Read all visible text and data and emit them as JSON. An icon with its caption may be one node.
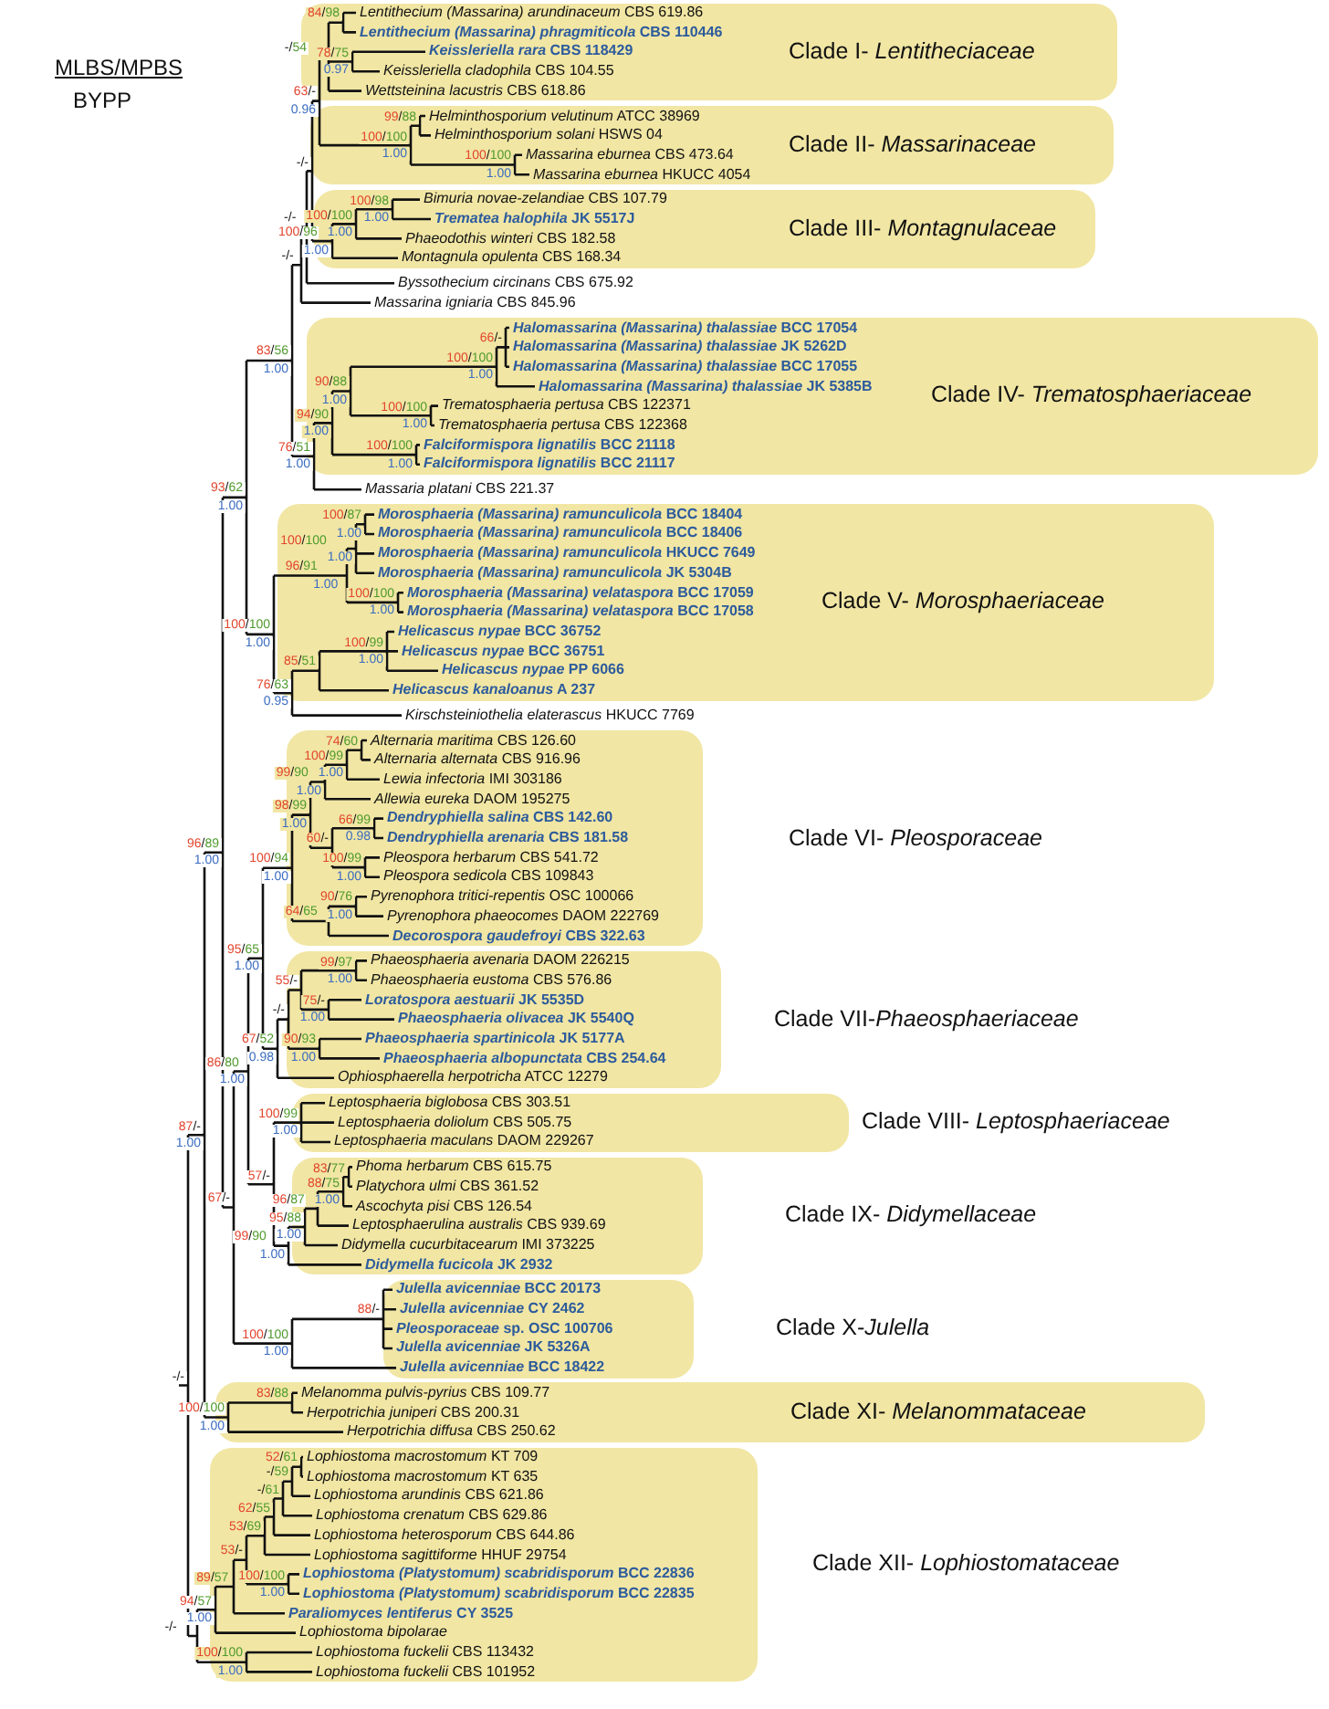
{
  "diagram": {
    "nodes": [
      {
        "text": [
          "Clade I- *Lentitheciaceae*"
        ]
      },
      {
        "text": [
          "*Lentithecium (Massarina) arundinaceum* CBS 619.86"
        ],
        "in": 0
      },
      {
        "text": [
          "*Lentithecium (Massarina) phragmiticola* CBS 110446"
        ],
        "in": 0
      },
      {
        "text": [
          "*Keissleriella rara* CBS 118429"
        ],
        "in": 0
      },
      {
        "text": [
          "*Keissleriella cladophila* CBS 104.55"
        ],
        "in": 0
      },
      {
        "text": [
          "*Wettsteinina lacustris* CBS 618.86"
        ],
        "in": 0
      },
      {
        "text": [
          "Clade II- *Massarinaceae*"
        ]
      },
      {
        "text": [
          "*Helminthosporium velutinum* ATCC 38969"
        ],
        "in": 6
      },
      {
        "text": [
          "*Helminthosporium solani* HSWS 04"
        ],
        "in": 6
      },
      {
        "text": [
          "*Massarina eburnea* CBS 473.64"
        ],
        "in": 6
      },
      {
        "text": [
          "*Massarina eburnea* HKUCC 4054"
        ],
        "in": 6
      },
      {
        "text": [
          "Clade III- *Montagnulaceae*"
        ]
      },
      {
        "text": [
          "*Bimuria novae-zelandiae* CBS 107.79"
        ],
        "in": 11
      },
      {
        "text": [
          "*Trematea halophila* JK 5517J"
        ],
        "in": 11
      },
      {
        "text": [
          "*Phaeodothis winteri* CBS 182.58"
        ],
        "in": 11
      },
      {
        "text": [
          "*Montagnula opulenta* CBS 168.34"
        ],
        "in": 11
      },
      {
        "text": [
          "*Byssothecium circinans* CBS 675.92"
        ]
      },
      {
        "text": [
          "*Massarina igniaria* CBS 845.96"
        ]
      },
      {
        "text": [
          "Clade IV- *Trematosphaeriaceae*"
        ]
      },
      {
        "text": [
          "*Halomassarina (Massarina) thalassiae* BCC 17054"
        ],
        "in": 18
      },
      {
        "text": [
          "*Halomassarina (Massarina) thalassiae* JK 5262D"
        ],
        "in": 18
      },
      {
        "text": [
          "*Halomassarina (Massarina) thalassiae* BCC 17055"
        ],
        "in": 18
      },
      {
        "text": [
          "*Halomassarina (Massarina) thalassiae* JK 5385B"
        ],
        "in": 18
      },
      {
        "text": [
          "*Trematosphaeria pertusa* CBS 122371"
        ],
        "in": 18
      },
      {
        "text": [
          "*Trematosphaeria pertusa* CBS 122368"
        ],
        "in": 18
      },
      {
        "text": [
          "*Falciformispora lignatilis* BCC 21118"
        ],
        "in": 18
      },
      {
        "text": [
          "*Falciformispora lignatilis* BCC 21117"
        ],
        "in": 18
      },
      {
        "text": [
          "*Massaria platani* CBS 221.37"
        ]
      },
      {
        "text": [
          "Clade V- *Morosphaeriaceae*"
        ]
      },
      {
        "text": [
          "*Morosphaeria (Massarina) ramunculicola* BCC 18404"
        ],
        "in": 28
      },
      {
        "text": [
          "*Morosphaeria (Massarina) ramunculicola* BCC 18406"
        ],
        "in": 28
      },
      {
        "text": [
          "*Morosphaeria (Massarina) ramunculicola* HKUCC 7649"
        ],
        "in": 28
      },
      {
        "text": [
          "*Morosphaeria (Massarina) ramunculicola* JK 5304B"
        ],
        "in": 28
      },
      {
        "text": [
          "*Morosphaeria (Massarina) velataspora* BCC 17059"
        ],
        "in": 28
      },
      {
        "text": [
          "*Morosphaeria (Massarina) velataspora* BCC 17058"
        ],
        "in": 28
      },
      {
        "text": [
          "*Helicascus nypae* BCC 36752"
        ],
        "in": 28
      },
      {
        "text": [
          "*Helicascus nypae* BCC 36751"
        ],
        "in": 28
      },
      {
        "text": [
          "*Helicascus nypae* PP 6066"
        ],
        "in": 28
      },
      {
        "text": [
          "*Helicascus kanaloanus* A 237"
        ],
        "in": 28
      },
      {
        "text": [
          "*Kirschsteiniothelia elaterascus* HKUCC 7769"
        ]
      },
      {
        "text": [],
        "shape": "box",
        "beside": [
          "Clade VI- *Pleosporaceae*"
        ]
      },
      {
        "text": [
          "*Alternaria maritima* CBS 126.60"
        ],
        "in": 40
      },
      {
        "text": [
          "*Alternaria alternata* CBS 916.96"
        ],
        "in": 40
      },
      {
        "text": [
          "*Lewia infectoria* IMI 303186"
        ],
        "in": 40
      },
      {
        "text": [
          "*Allewia eureka* DAOM 195275"
        ],
        "in": 40
      },
      {
        "text": [
          "*Dendryphiella salina* CBS 142.60"
        ],
        "in": 40
      },
      {
        "text": [
          "*Dendryphiella arenaria* CBS 181.58"
        ],
        "in": 40
      },
      {
        "text": [
          "*Pleospora herbarum* CBS 541.72"
        ],
        "in": 40
      },
      {
        "text": [
          "*Pleospora sedicola* CBS 109843"
        ],
        "in": 40
      },
      {
        "text": [
          "*Pyrenophora tritici-repentis* OSC 100066"
        ],
        "in": 40
      },
      {
        "text": [
          "*Pyrenophora phaeocomes* DAOM 222769"
        ],
        "in": 40
      },
      {
        "text": [
          "*Decorospora gaudefroyi* CBS 322.63"
        ],
        "in": 40
      },
      {
        "text": [],
        "shape": "box",
        "beside": [
          "Clade VII-*Phaeosphaeriaceae*"
        ]
      },
      {
        "text": [
          "*Phaeosphaeria avenaria* DAOM 226215"
        ],
        "in": 52
      },
      {
        "text": [
          "*Phaeosphaeria eustoma* CBS 576.86"
        ],
        "in": 52
      },
      {
        "text": [
          "*Loratospora aestuarii* JK 5535D"
        ],
        "in": 52
      },
      {
        "text": [
          "*Phaeosphaeria olivacea* JK 5540Q"
        ],
        "in": 52
      },
      {
        "text": [
          "*Phaeosphaeria spartinicola* JK 5177A"
        ],
        "in": 52
      },
      {
        "text": [
          "*Phaeosphaeria albopunctata* CBS 254.64"
        ],
        "in": 52
      },
      {
        "text": [
          "*Ophiosphaerella herpotricha* ATCC 12279"
        ],
        "in": 52
      },
      {
        "text": [],
        "shape": "box",
        "beside": [
          "Clade VIII- *Leptosphaeriaceae*"
        ]
      },
      {
        "text": [
          "*Leptosphaeria biglobosa* CBS 303.51"
        ],
        "in": 60
      },
      {
        "text": [
          "*Leptosphaeria doliolum* CBS 505.75"
        ],
        "in": 60
      },
      {
        "text": [
          "*Leptosphaeria maculans* DAOM 229267"
        ],
        "in": 60
      },
      {
        "text": [],
        "shape": "box",
        "beside": [
          "Clade IX- *Didymellaceae*"
        ]
      },
      {
        "text": [
          "*Phoma herbarum* CBS 615.75"
        ],
        "in": 64
      },
      {
        "text": [
          "*Platychora ulmi* CBS 361.52"
        ],
        "in": 64
      },
      {
        "text": [
          "*Ascochyta pisi* CBS 126.54"
        ],
        "in": 64
      },
      {
        "text": [
          "*Leptosphaerulina australis* CBS 939.69"
        ],
        "in": 64
      },
      {
        "text": [
          "*Didymella cucurbitacearum* IMI 373225"
        ],
        "in": 64
      },
      {
        "text": [
          "*Didymella fucicola* JK 2932"
        ],
        "in": 64
      },
      {
        "text": [],
        "shape": "box",
        "beside": [
          "Clade X-*Julella*"
        ]
      },
      {
        "text": [
          "*Julella avicenniae* BCC 20173"
        ],
        "in": 71
      },
      {
        "text": [
          "*Julella avicenniae* CY 2462"
        ],
        "in": 71
      },
      {
        "text": [
          "*Pleosporaceae* sp. OSC 100706"
        ],
        "in": 71
      },
      {
        "text": [
          "*Julella avicenniae* JK 5326A"
        ],
        "in": 71
      },
      {
        "text": [
          "*Julella avicenniae* BCC 18422"
        ],
        "in": 71
      },
      {
        "text": [
          "Clade XI- *Melanommataceae*"
        ]
      },
      {
        "text": [
          "*Melanomma pulvis-pyrius* CBS 109.77"
        ],
        "in": 77
      },
      {
        "text": [
          "*Herpotrichia juniperi* CBS 200.31"
        ],
        "in": 77
      },
      {
        "text": [
          "*Herpotrichia diffusa* CBS 250.62"
        ],
        "in": 77
      },
      {
        "text": [],
        "shape": "box",
        "beside": [
          "Clade XII- *Lophiostomataceae*"
        ]
      },
      {
        "text": [
          "*Lophiostoma macrostomum* KT 709"
        ],
        "in": 81
      },
      {
        "text": [
          "*Lophiostoma macrostomum* KT 635"
        ],
        "in": 81
      },
      {
        "text": [
          "*Lophiostoma arundinis* CBS 621.86"
        ],
        "in": 81
      },
      {
        "text": [
          "*Lophiostoma crenatum* CBS 629.86"
        ],
        "in": 81
      },
      {
        "text": [
          "*Lophiostoma heterosporum* CBS 644.86"
        ],
        "in": 81
      },
      {
        "text": [
          "*Lophiostoma sagittiforme* HHUF 29754"
        ],
        "in": 81
      },
      {
        "text": [
          "*Lophiostoma (Platystomum) scabridisporum* BCC 22836"
        ],
        "in": 81
      },
      {
        "text": [
          "*Lophiostoma (Platystomum) scabridisporum* BCC 22835"
        ],
        "in": 81
      },
      {
        "text": [
          "*Paraliomyces lentiferus* CY 3525"
        ],
        "in": 81
      },
      {
        "text": [
          "Lophiostoma bipolarae"
        ],
        "in": 81
      },
      {
        "text": [
          "*Lophiostoma fuckelii* CBS 113432"
        ],
        "in": 81
      },
      {
        "text": [
          "*Lophiostoma fuckelii* CBS 101952"
        ],
        "in": 81
      }
    ],
    "labels": [
      "MLBS/MPBS",
      "BYPP",
      "84/98",
      "-/54",
      "78/75",
      "0.97",
      "63/-",
      "0.96",
      "99/88",
      "100/100",
      "1.00",
      "100/100",
      "1.00",
      "-/-",
      "100/98",
      "1.00",
      "100/100",
      "1.00",
      "100/96",
      "1.00",
      "-/-",
      "-/-",
      "83/56",
      "1.00",
      "66/-",
      "100/100",
      "1.00",
      "90/88",
      "1.00",
      "100/100",
      "1.00",
      "94/90",
      "1.00",
      "76/51",
      "1.00",
      "100/100",
      "1.00",
      "93/62",
      "1.00",
      "100/87",
      "1.00",
      "100/100",
      "1.00",
      "96/91",
      "1.00",
      "100/100",
      "1.00",
      "100/100",
      "1.00",
      "100/99",
      "1.00",
      "85/51",
      "76/63",
      "0.95",
      "100/99",
      "1.00",
      "74/60",
      "99/90",
      "1.00",
      "60/-",
      "66/99",
      "0.98",
      "98/99",
      "1.00",
      "100/99",
      "1.00",
      "96/89",
      "1.00",
      "64/65",
      "100/94",
      "1.00",
      "90/76",
      "1.00",
      "-/-",
      "99/97",
      "1.00",
      "55/-",
      "95/65",
      "1.00",
      "75/-",
      "1.00",
      "86/80",
      "1.00",
      "90/93",
      "1.00",
      "67/52",
      "0.98",
      "57/-",
      "87/-",
      "100/99",
      "1.00",
      "83/77",
      "88/75",
      "1.00",
      "96/87",
      "95/88",
      "1.00",
      "67/-",
      "99/90",
      "1.00",
      "88/-",
      "100/100",
      "1.00",
      "83/88",
      "100/100",
      "1.00",
      "52/61",
      "-/59",
      "-/-",
      "-/61",
      "62/55",
      "53/69",
      "100/100",
      "1.00",
      "53/-",
      "89/57",
      "94/57",
      "1.00",
      "-/-",
      "100/100",
      "1.00",
      "1.00"
    ]
  }
}
